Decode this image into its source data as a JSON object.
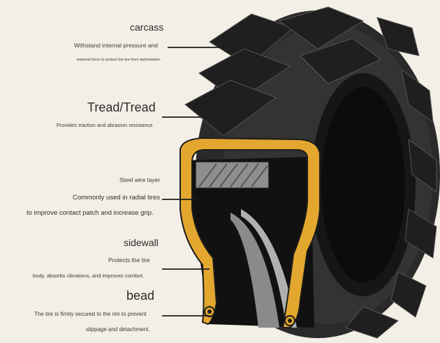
{
  "labels": {
    "carcass": {
      "title": "carcass",
      "desc_line1": "Withstand internal pressure and",
      "desc_line2": "external force to protect the tire from deformation."
    },
    "tread": {
      "title": "Tread/Tread",
      "desc": "Provides traction and abrasion resistance"
    },
    "steel": {
      "title": "Steel wire layer",
      "desc_line1": "Commonly used in radial tires",
      "desc_line2": "to improve contact patch and increase grip."
    },
    "sidewall": {
      "title": "sidewall",
      "desc_line1": "Protects the tire",
      "desc_line2": "body, absorbs vibrations, and improves comfort."
    },
    "bead": {
      "title": "bead",
      "desc_line1": "The tire is firmly secured to the rim to prevent",
      "desc_line2": "slippage and detachment."
    }
  },
  "colors": {
    "background": "#f3efe6",
    "rubber": "#2b2b2b",
    "accent_yellow": "#e3a72f"
  }
}
